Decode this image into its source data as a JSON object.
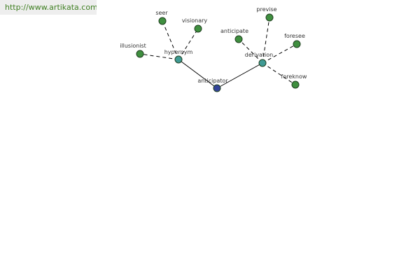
{
  "site": {
    "url": "http://www.artikata.com",
    "url_color": "#3f7f22"
  },
  "colors": {
    "root": "#34449a",
    "relation": "#3f9a94",
    "leaf": "#3f8f3f",
    "edge": "#000000"
  },
  "graph": {
    "nodes": [
      {
        "id": "anticipator",
        "label": "anticipator",
        "kind": "root"
      },
      {
        "id": "hypernym",
        "label": "hypernym",
        "kind": "relation"
      },
      {
        "id": "derivation",
        "label": "derivation",
        "kind": "relation"
      },
      {
        "id": "seer",
        "label": "seer",
        "kind": "leaf"
      },
      {
        "id": "visionary",
        "label": "visionary",
        "kind": "leaf"
      },
      {
        "id": "illusionist",
        "label": "illusionist",
        "kind": "leaf"
      },
      {
        "id": "anticipate",
        "label": "anticipate",
        "kind": "leaf"
      },
      {
        "id": "previse",
        "label": "previse",
        "kind": "leaf"
      },
      {
        "id": "foresee",
        "label": "foresee",
        "kind": "leaf"
      },
      {
        "id": "foreknow",
        "label": "foreknow",
        "kind": "leaf"
      }
    ],
    "edges": [
      {
        "from": "anticipator",
        "to": "hypernym",
        "style": "solid"
      },
      {
        "from": "anticipator",
        "to": "derivation",
        "style": "solid"
      },
      {
        "from": "hypernym",
        "to": "seer",
        "style": "dashed"
      },
      {
        "from": "hypernym",
        "to": "visionary",
        "style": "dashed"
      },
      {
        "from": "hypernym",
        "to": "illusionist",
        "style": "dashed"
      },
      {
        "from": "derivation",
        "to": "anticipate",
        "style": "dashed"
      },
      {
        "from": "derivation",
        "to": "previse",
        "style": "dashed"
      },
      {
        "from": "derivation",
        "to": "foresee",
        "style": "dashed"
      },
      {
        "from": "derivation",
        "to": "foreknow",
        "style": "dashed"
      }
    ]
  }
}
